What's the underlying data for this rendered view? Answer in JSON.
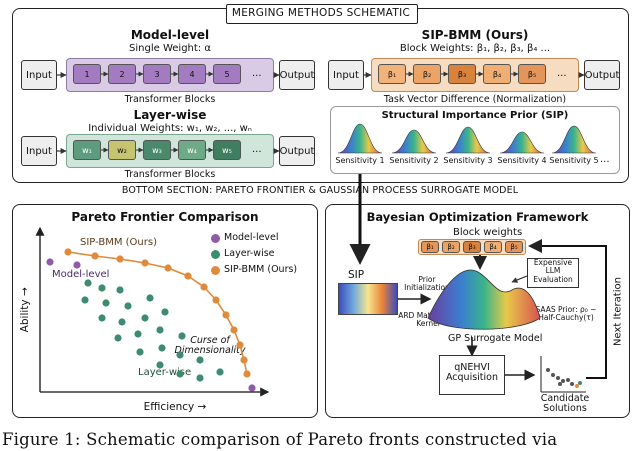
{
  "top_title": "MERGING METHODS SCHEMATIC",
  "model_level": {
    "title": "Model-level",
    "subtitle": "Single Weight: α",
    "input": "Input",
    "output": "Output",
    "blocks": [
      "1",
      "2",
      "3",
      "4",
      "5"
    ],
    "ellipsis": "...",
    "caption": "Transformer Blocks"
  },
  "layer_wise": {
    "title": "Layer-wise",
    "subtitle": "Individual Weights: w₁, w₂, ..., wₙ",
    "input": "Input",
    "output": "Output",
    "blocks": [
      "w₁",
      "w₂",
      "w₃",
      "w₄",
      "w₅"
    ],
    "ellipsis": "...",
    "caption": "Transformer Blocks"
  },
  "sip_bmm": {
    "title": "SIP-BMM (Ours)",
    "subtitle": "Block Weights: β₁, β₂, β₃, β₄ ...",
    "input": "Input",
    "output": "Output",
    "blocks": [
      "β₁",
      "β₂",
      "β₃",
      "β₄",
      "β₅"
    ],
    "ellipsis": "...",
    "caption": "Task Vector Difference (Normalization)"
  },
  "sip_panel": {
    "title": "Structural Importance Prior (SIP)",
    "labels": [
      "Sensitivity 1",
      "Sensitivity 2",
      "Sensitivity 3",
      "Sensitivity 4",
      "Sensitivity 5"
    ],
    "ellipsis": "..."
  },
  "bottom_title": "BOTTOM SECTION: PARETO FRONTIER & GAUSSIAN PROCESS SURROGATE MODEL",
  "pareto": {
    "title": "Pareto Frontier Comparison",
    "xlabel": "Efficiency →",
    "ylabel": "Ability →",
    "annot_sip": "SIP-BMM (Ours)",
    "annot_model": "Model-level",
    "annot_layer": "Layer-wise",
    "annot_curse": "Curse of Dimensionality",
    "legend": [
      "Model-level",
      "Layer-wise",
      "SIP-BMM (Ours)"
    ],
    "colors": {
      "model": "#8e5ba8",
      "layer": "#3d8c6e",
      "sip": "#e08a3c"
    }
  },
  "bo": {
    "title": "Bayesian Optimization Framework",
    "block_weights": "Block weights",
    "blocks": [
      "β₁",
      "β₂",
      "β₃",
      "β₄",
      "β₅"
    ],
    "sip": "SIP",
    "prior_init": "Prior Initialization",
    "expensive": "Expensive LLM Evaluation",
    "ard": "ARD Matérn-5/2 Kernel",
    "saas": "SAAS Prior: ρ₀ ~ Half-Cauchy(τ)",
    "gp": "GP Surrogate Model",
    "qnehvi": "qNEHVI Acquisition",
    "candidate": "Candidate Solutions",
    "next": "Next Iteration"
  },
  "caption": "Figure 1: Schematic comparison of Pareto fronts constructed via"
}
